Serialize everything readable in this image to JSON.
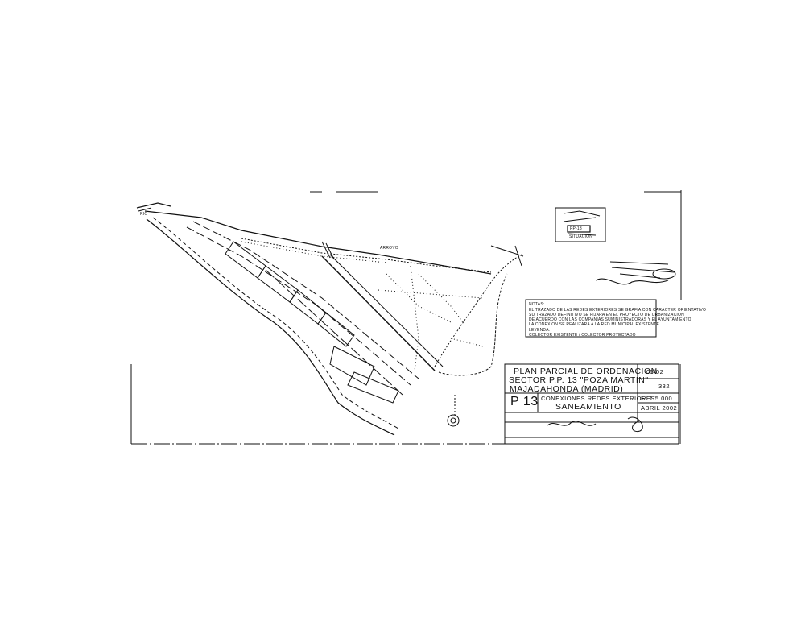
{
  "colors": {
    "ink": "#111111",
    "paper": "#ffffff"
  },
  "title_block": {
    "title_line_1": "PLAN PARCIAL DE ORDENACION",
    "title_line_2": "SECTOR P.P. 13 \"POZA MARTIN\"",
    "title_line_3": "MAJADAHONDA (MADRID)",
    "plan_number": "P 13",
    "plan_subject": "CONEXIONES REDES EXTERIORES",
    "plan_subject_2": "SANEAMIENTO",
    "ref_code": "05/02",
    "number": "332",
    "scale": "E: 1/5.000",
    "date": "ABRIL 2002"
  },
  "notes": {
    "header": "NOTAS:",
    "lines": [
      "EL TRAZADO DE LAS REDES EXTERIORES SE GRAFIA CON CARACTER ORIENTATIVO",
      "SU TRAZADO DEFINITIVO SE FIJARA EN EL PROYECTO DE URBANIZACION",
      "DE ACUERDO CON LAS COMPANIAS SUMINISTRADORAS Y EL AYUNTAMIENTO",
      "LA CONEXION SE REALIZARA A LA RED MUNICIPAL EXISTENTE"
    ],
    "subheader": "LEYENDA:",
    "legend_line": "COLECTOR EXISTENTE / COLECTOR PROYECTADO"
  },
  "location_inset": {
    "label": "PP-13",
    "sublabel": "SITUACION"
  },
  "map_labels": {
    "west_label": "RIO",
    "arroyo_label": "ARROYO"
  }
}
